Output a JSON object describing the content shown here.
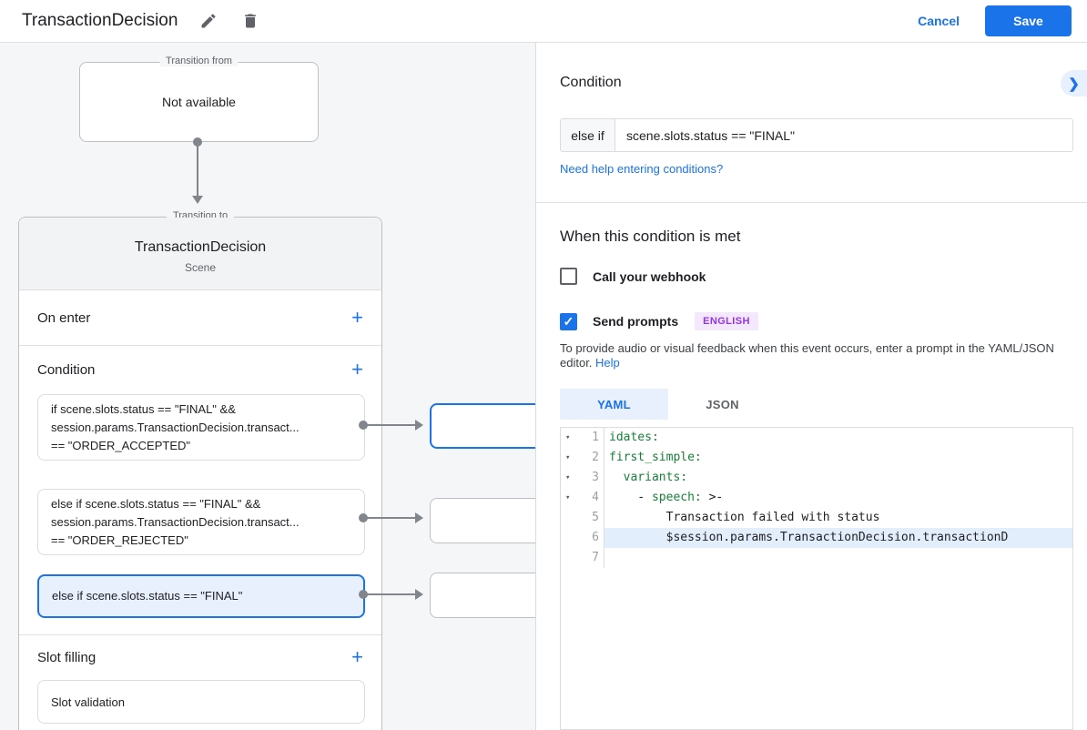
{
  "header": {
    "title": "TransactionDecision",
    "cancel_label": "Cancel",
    "save_label": "Save"
  },
  "icons": {
    "plus": "+",
    "chevron_right": "❯",
    "check": "✓",
    "fold_arrow": "▾"
  },
  "flow": {
    "transition_from": {
      "legend": "Transition from",
      "value": "Not available"
    },
    "transition_to": {
      "legend": "Transition to",
      "title": "TransactionDecision",
      "subtitle": "Scene",
      "on_enter_label": "On enter",
      "condition_label": "Condition",
      "slot_filling_label": "Slot filling",
      "condition_items": [
        {
          "selected": false,
          "lines": [
            "if scene.slots.status == \"FINAL\" &&",
            "session.params.TransactionDecision.transact...",
            "== \"ORDER_ACCEPTED\""
          ]
        },
        {
          "selected": false,
          "lines": [
            "else if scene.slots.status == \"FINAL\" &&",
            "session.params.TransactionDecision.transact...",
            "== \"ORDER_REJECTED\""
          ]
        },
        {
          "selected": true,
          "lines": [
            "else if scene.slots.status == \"FINAL\""
          ]
        }
      ],
      "slot_items": [
        "Slot validation"
      ]
    }
  },
  "panel": {
    "condition_heading": "Condition",
    "condition_prefix": "else if",
    "condition_value": "scene.slots.status == \"FINAL\"",
    "help_link": "Need help entering conditions?",
    "when_heading": "When this condition is met",
    "webhook_label": "Call your webhook",
    "webhook_checked": false,
    "prompts_label": "Send prompts",
    "prompts_checked": true,
    "language_badge": "ENGLISH",
    "helper_text": "To provide audio or visual feedback when this event occurs, enter a prompt in the YAML/JSON editor.",
    "helper_link": "Help",
    "tabs": [
      {
        "label": "YAML",
        "active": true
      },
      {
        "label": "JSON",
        "active": false
      }
    ],
    "editor": {
      "lines": [
        {
          "n": "1",
          "fold": true,
          "hl": false,
          "segs": [
            [
              "idates:",
              "key"
            ]
          ]
        },
        {
          "n": "2",
          "fold": true,
          "hl": false,
          "segs": [
            [
              "first_simple:",
              "key"
            ]
          ]
        },
        {
          "n": "3",
          "fold": true,
          "hl": false,
          "segs": [
            [
              "  ",
              "plain"
            ],
            [
              "variants:",
              "key"
            ]
          ]
        },
        {
          "n": "4",
          "fold": true,
          "hl": false,
          "segs": [
            [
              "    - ",
              "plain"
            ],
            [
              "speech:",
              "key"
            ],
            [
              " >-",
              "plain"
            ]
          ]
        },
        {
          "n": "5",
          "fold": false,
          "hl": false,
          "segs": [
            [
              "        Transaction failed with status",
              "plain"
            ]
          ]
        },
        {
          "n": "6",
          "fold": false,
          "hl": true,
          "segs": [
            [
              "        $session.params.TransactionDecision.transactionD",
              "plain"
            ]
          ]
        },
        {
          "n": "7",
          "fold": false,
          "hl": false,
          "segs": []
        }
      ]
    }
  },
  "colors": {
    "blue": "#1a73e8",
    "blue_light": "#e8f0fe",
    "text": "#202124",
    "text_secondary": "#5f6368",
    "green": "#188038",
    "purple": "#9334e6",
    "purple_light": "#f3e8fd",
    "arrow": "#80868b",
    "highlight_line": "#e3eefd",
    "canvas_bg": "#f5f6f8"
  }
}
